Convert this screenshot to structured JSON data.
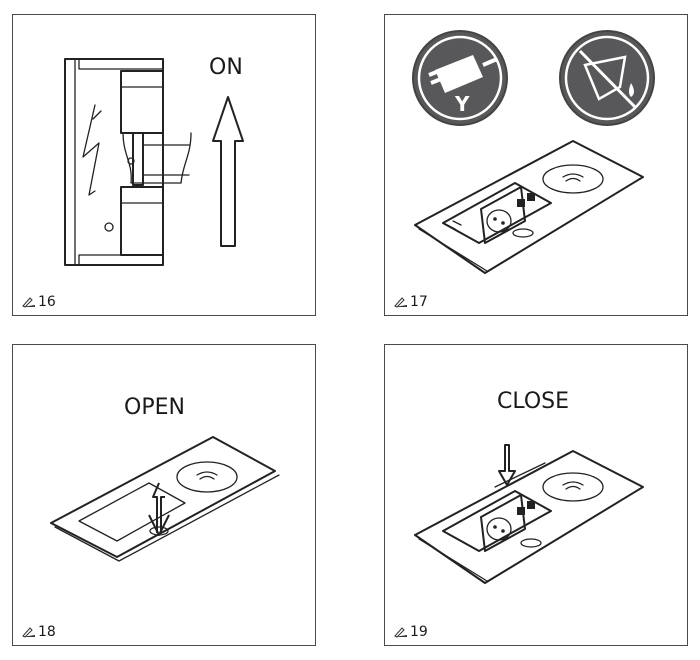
{
  "figures": [
    {
      "number": "16",
      "caption": "ON"
    },
    {
      "number": "17",
      "caption": ""
    },
    {
      "number": "18",
      "caption": "OPEN"
    },
    {
      "number": "19",
      "caption": "CLOSE"
    }
  ],
  "icons": {
    "figure_marker": "pencil-ruler-icon",
    "plug_symbol_letter": "Y",
    "plug_symbol": "type-e-plug-icon",
    "no_liquid_symbol": "no-liquid-spill-icon"
  },
  "colors": {
    "line": "#222222",
    "symbol_fill": "#58585a",
    "frame": "#4a4a4a"
  }
}
